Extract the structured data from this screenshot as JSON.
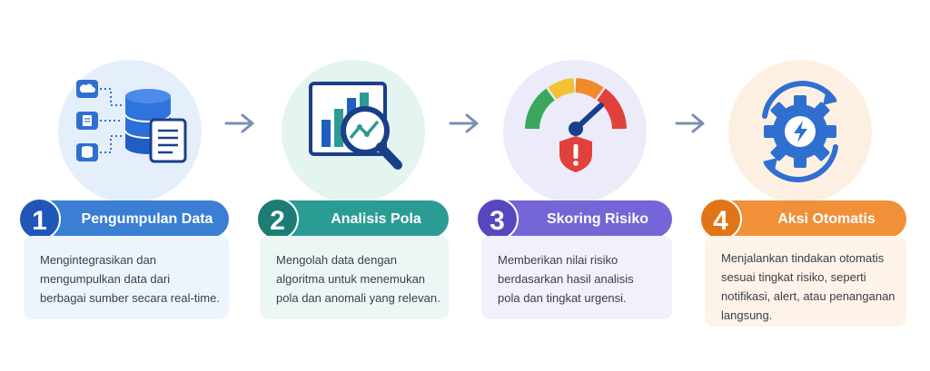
{
  "colors": {
    "step1": "#3a7fd4",
    "step2": "#2b9c93",
    "step3": "#7466d6",
    "step4": "#f0913a",
    "arrow": "#7a8fb3"
  },
  "steps": [
    {
      "number": "1",
      "title": "Pengumpulan Data",
      "icon": "database-sources-icon",
      "description": [
        "Mengintegrasikan dan",
        "mengumpulkan data dari",
        "berbagai sumber secara real-time."
      ]
    },
    {
      "number": "2",
      "title": "Analisis Pola",
      "icon": "chart-magnifier-icon",
      "description": [
        "Mengolah data dengan",
        "algoritma untuk menemukan",
        "pola dan anomali yang relevan."
      ]
    },
    {
      "number": "3",
      "title": "Skoring Risiko",
      "icon": "risk-gauge-shield-icon",
      "description": [
        "Memberikan nilai risiko",
        "berdasarkan hasil analisis",
        "pola dan tingkat urgensi."
      ]
    },
    {
      "number": "4",
      "title": "Aksi Otomatis",
      "icon": "gear-lightning-cycle-icon",
      "description": [
        "Menjalankan tindakan otomatis",
        "sesuai tingkat risiko, seperti",
        "notifikasi, alert, atau penanganan",
        "langsung."
      ]
    }
  ],
  "arrows": [
    "arrow-right-icon",
    "arrow-right-icon",
    "arrow-right-icon"
  ]
}
